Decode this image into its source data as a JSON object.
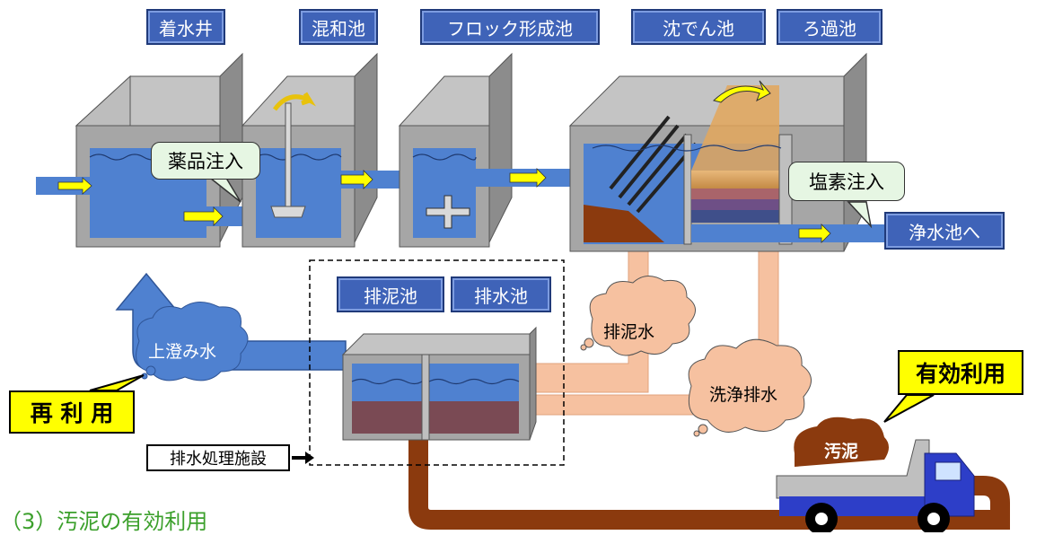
{
  "stages": {
    "receiving_well": "着水井",
    "mixing_basin": "混和池",
    "flocculation_basin": "フロック形成池",
    "sedimentation_basin": "沈でん池",
    "filter_basin": "ろ過池"
  },
  "labels": {
    "chemical_injection": "薬品注入",
    "chlorine_injection": "塩素注入",
    "to_clear_water_reservoir": "浄水池へ",
    "sludge_basin": "排泥池",
    "drain_basin": "排水池",
    "sludge_water": "排泥水",
    "backwash_water": "洗浄排水",
    "supernatant": "上澄み水",
    "reuse": "再 利 用",
    "effective_use": "有効利用",
    "sludge": "汚泥",
    "drainage_facility": "排水処理施設"
  },
  "caption": "（3）汚泥の有効利用",
  "colors": {
    "water": "#4f81d0",
    "label_box": "#3f63b8",
    "concrete": "#a6a6a6",
    "sludge_pipe": "#8b3a0e",
    "drain_pipe": "#f6c1a0",
    "highlight": "#ffff00",
    "caption": "#3ca02c"
  }
}
